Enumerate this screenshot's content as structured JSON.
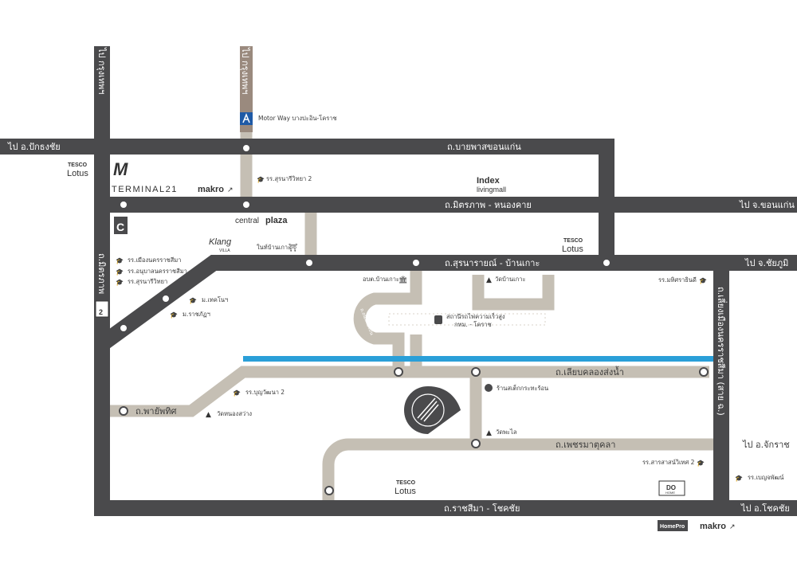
{
  "roads": {
    "north_left": "ไป กรุงเทพฯ",
    "north_center": "ไป กรุงเทพฯ",
    "bypass": "ถ.บายพาสขอนแก่น",
    "bypass_west": "ไป อ.ปักธงชัย",
    "mittraphap": "ถ.มิตรภาพ - หนองคาย",
    "mittraphap_east": "ไป จ.ขอนแก่น",
    "mittraphap_vertical": "ถ.มิตรภาพ",
    "suranarai": "ถ.สุรนารายณ์ - บ้านเกาะ",
    "suranarai_east": "ไป จ.ชัยภูมิ",
    "ring_road": "ถ.เลี่ยงเมืองนครราชสีมา (สาย ฉ.)",
    "canal": "ถ.เลียบคลองส่งน้ำ",
    "phayap": "ถ.พายัพทิศ",
    "phetmatukhla": "ถ.เพชรมาตุคลา",
    "phetmatukhla_east": "ไป อ.จักราช",
    "ratchasima": "ถ.ราชสีมา - โชคชัย",
    "ratchasima_east": "ไป อ.โชคชัย",
    "local_curve": "ถ.ถนนท้องถิ่น"
  },
  "places": {
    "motorway": "Motor Way บางปะอิน-โคราช",
    "school_suranari2": "รร.สุรนารีวิทยา 2",
    "school_mueang": "รร.เมืองนครราชสีมา",
    "school_anuban": "รร.อนุบาลนครราชสีมา",
    "school_suranari": "รร.สุรนารีวิทยา",
    "uni_tech": "ม.เทคโนฯ",
    "uni_rajabhat": "ม.ราชภัฏฯ",
    "temple_banko": "ในท์บ้านเกาะ",
    "obt": "อบต.บ้านเกาะ",
    "wat_banko": "วัดบ้านเกาะ",
    "school_mahasarakham": "รร.มหิศราธินดี",
    "station_line1": "สถานีรถไฟความเร็วสูง",
    "station_line2": "กทม. - โคราช",
    "shop": "ร้านสเต็กกระทะร้อน",
    "wat_pho": "วัดพะไล",
    "school_bunwat": "รร.บุญวัฒนา 2",
    "wat_nong": "วัดหนองสว่าง",
    "school_sarasas": "รร.สารสาสน์วิเทศ 2",
    "school_benja": "รร.เบญจพัฒน์"
  },
  "brands": {
    "tesco_top": "TESCO",
    "lotus": "Lotus",
    "terminal": "TERMINAL21",
    "terminal_mark": "M",
    "makro": "makro",
    "index_top": "Index",
    "index_bottom": "livingmall",
    "central": "central",
    "plaza": "plaza",
    "central_mark": "C",
    "klang_top": "Klang",
    "klang_bottom": "VILLA",
    "homepro": "HomePro",
    "dohome_top": "DO",
    "dohome_bottom": "HOME",
    "route_2": "2"
  },
  "colors": {
    "main_road": "#4a4a4c",
    "minor_road": "#c5bfb4",
    "canal": "#2a9fd8",
    "motorway": "#9a8a7e",
    "label": "#ffffff"
  }
}
